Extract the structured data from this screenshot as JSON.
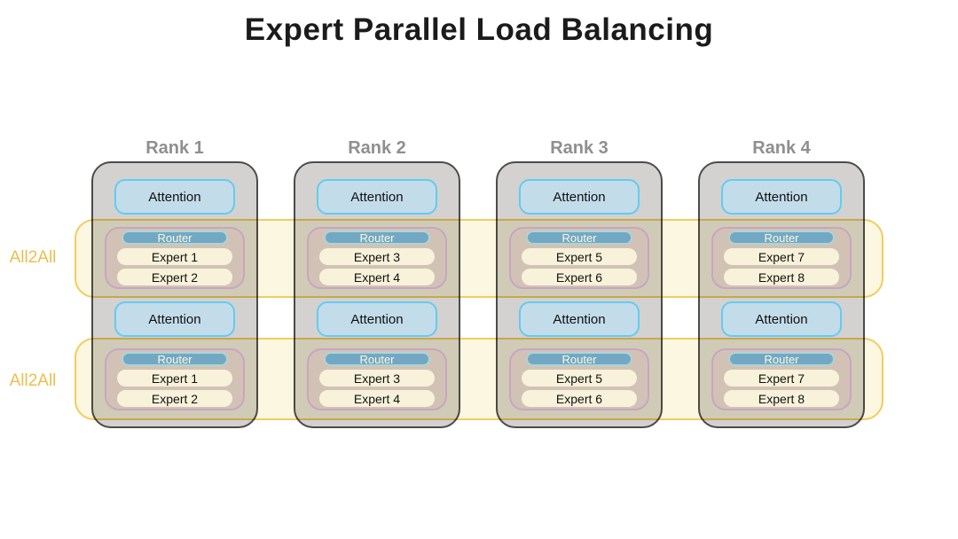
{
  "title": "Expert Parallel Load Balancing",
  "all2all": {
    "label": "All2All"
  },
  "labels": {
    "attention": "Attention",
    "router": "Router"
  },
  "ranks": [
    {
      "label": "Rank 1",
      "experts": [
        "Expert 1",
        "Expert 2"
      ]
    },
    {
      "label": "Rank 2",
      "experts": [
        "Expert 3",
        "Expert 4"
      ]
    },
    {
      "label": "Rank 3",
      "experts": [
        "Expert 5",
        "Expert 6"
      ]
    },
    {
      "label": "Rank 4",
      "experts": [
        "Expert 7",
        "Expert 8"
      ]
    }
  ],
  "colors": {
    "title_text": "#1b1b1b",
    "rank_label_text": "#8f8f8f",
    "device_fill": "#d3d2d0",
    "device_border": "#4b4b4b",
    "attention_fill": "#c3dcea",
    "attention_border": "#63cbf1",
    "moe_fill": "#d5c9cf",
    "moe_border": "#cbaade",
    "router_fill": "#74aee0",
    "router_border": "#aedcf2",
    "router_text": "#ffffff",
    "expert_fill": "#fbfaf9",
    "all2all_band_fill": "#fcf7e0",
    "all2all_band_border": "#f2cc5e",
    "all2all_text": "#ecbe4d"
  }
}
